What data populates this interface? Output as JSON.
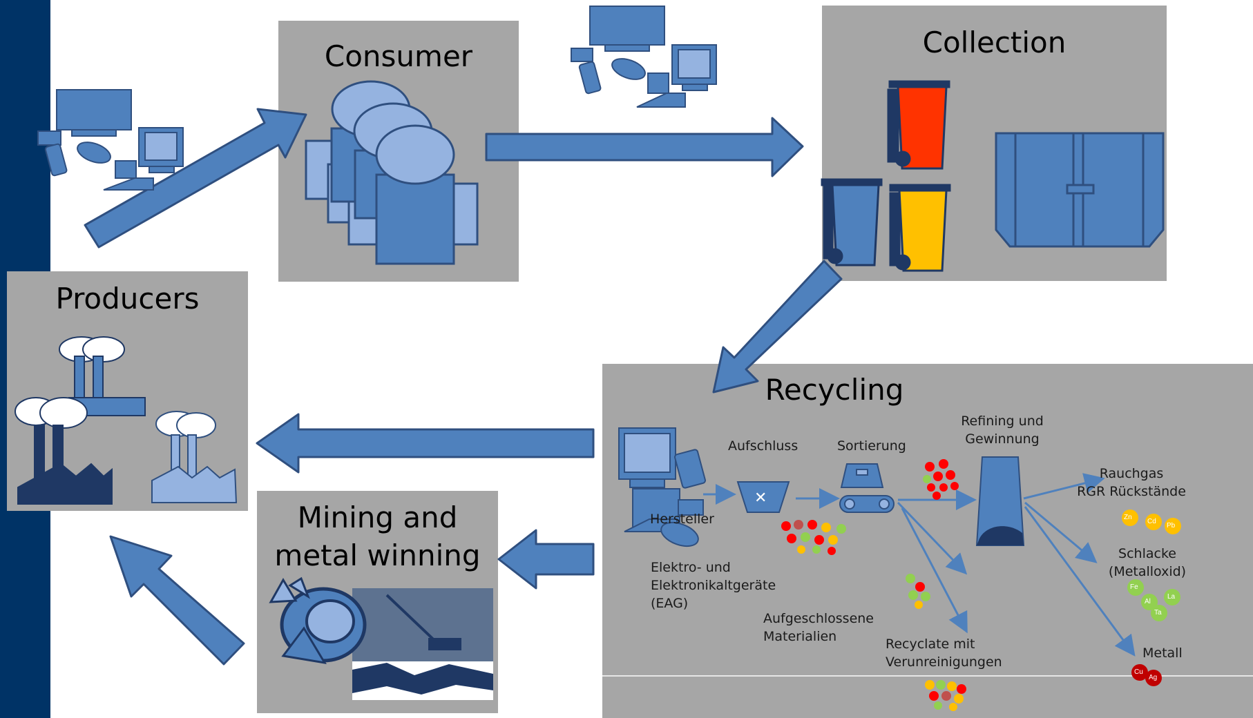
{
  "stages": {
    "consumer": "Consumer",
    "collection": "Collection",
    "recycling": "Recycling",
    "producers": "Producers",
    "mining_line1": "Mining and",
    "mining_line2": "metal winning"
  },
  "recycling_detail": {
    "aufschluss": "Aufschluss",
    "sortierung": "Sortierung",
    "refining_line1": "Refining und",
    "refining_line2": "Gewinnung",
    "hersteller": "Hersteller",
    "eag_line1": "Elektro- und",
    "eag_line2": "Elektronikaltgeräte",
    "eag_line3": "(EAG)",
    "aufgeschlossene_line1": "Aufgeschlossene",
    "aufgeschlossene_line2": "Materialien",
    "recyclate_line1": "Recyclate mit",
    "recyclate_line2": "Verunreinigungen",
    "rauchgas_line1": "Rauchgas",
    "rauchgas_line2": "RGR Rückstände",
    "schlacke_line1": "Schlacke",
    "schlacke_line2": "(Metalloxid)",
    "metall": "Metall"
  },
  "elements": {
    "zn": "Zn",
    "cd": "Cd",
    "pb": "Pb",
    "fe": "Fe",
    "al": "Al",
    "la": "La",
    "ta": "Ta",
    "cu": "Cu",
    "ag": "Ag"
  },
  "colors": {
    "navy_bar": "#003366",
    "box_gray": "#a6a6a6",
    "arrow_blue": "#4f81bd",
    "arrow_stroke": "#2f4f7f",
    "bin_red": "#ff3300",
    "bin_yellow": "#ffc000",
    "bin_blue": "#4f81bd",
    "light_blue": "#95b3e0",
    "dark_blue": "#1f3864",
    "element_yellow": "#ffc000",
    "element_green": "#92d050",
    "element_red": "#c00000"
  }
}
